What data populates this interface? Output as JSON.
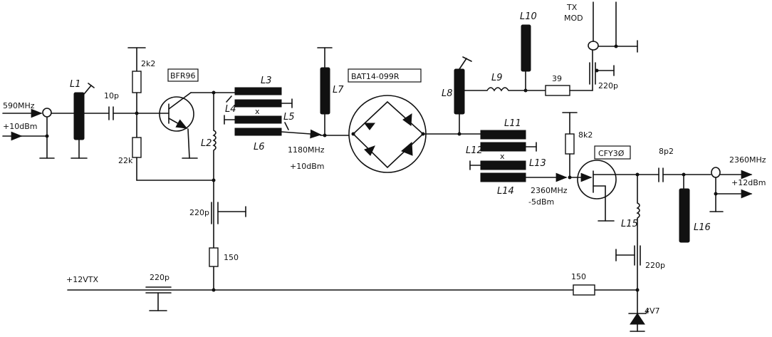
{
  "input": {
    "freq": "590MHz",
    "level": "+10dBm"
  },
  "stage1": {
    "transistor": "BFR96",
    "c_in": "10p",
    "r_top": "2k2",
    "r_bot": "22k",
    "L1": "L1",
    "L2": "L2",
    "L3": "L3",
    "L4": "L4",
    "L5": "L5",
    "L6": "L6",
    "L7": "L7",
    "coupler_mark": "x",
    "c_feed": "220p",
    "r_feed": "150",
    "out_freq": "1180MHz",
    "out_level": "+10dBm"
  },
  "supply": {
    "label": "+12VTX",
    "c": "220p",
    "r": "150",
    "zener": "4V7"
  },
  "mixer": {
    "diodes": "BAT14-099R"
  },
  "mod": {
    "L8": "L8",
    "L9": "L9",
    "L10": "L10",
    "r": "39",
    "c": "220p",
    "tx": "TX",
    "mod": "MOD"
  },
  "stage2": {
    "L11": "L11",
    "L12": "L12",
    "L13": "L13",
    "L14": "L14",
    "L15": "L15",
    "L16": "L16",
    "coupler_mark": "x",
    "in_freq": "2360MHz",
    "in_level": "-5dBm",
    "r_gate": "8k2",
    "fet": "CFY3Ø",
    "c_out": "8p2",
    "c_feed": "220p"
  },
  "output": {
    "freq": "2360MHz",
    "level": "+12dBm"
  }
}
